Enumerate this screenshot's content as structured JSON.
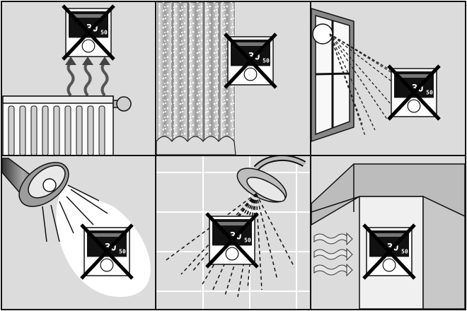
{
  "figure": {
    "panel_count": 6,
    "layout": "grid-3x2",
    "subject": "thermostat-icon",
    "prohibition": "cross-mark-icon",
    "thermostat": {
      "display_main": "30",
      "display_small": "50"
    },
    "panels": [
      {
        "id": "radiator",
        "hazard": "heat-source-radiator-icon"
      },
      {
        "id": "curtain",
        "hazard": "curtain-covering-icon"
      },
      {
        "id": "window",
        "hazard": "direct-sunlight-icon"
      },
      {
        "id": "spotlight",
        "hazard": "lamp-light-icon"
      },
      {
        "id": "shower",
        "hazard": "water-spray-icon"
      },
      {
        "id": "draft",
        "hazard": "outdoor-draft-icon"
      }
    ]
  },
  "colors": {
    "panel_bg": "#dcdcdc",
    "line": "#111111",
    "cross": "#000000",
    "light": "#ffffff",
    "tile_line": "#ffffff"
  }
}
